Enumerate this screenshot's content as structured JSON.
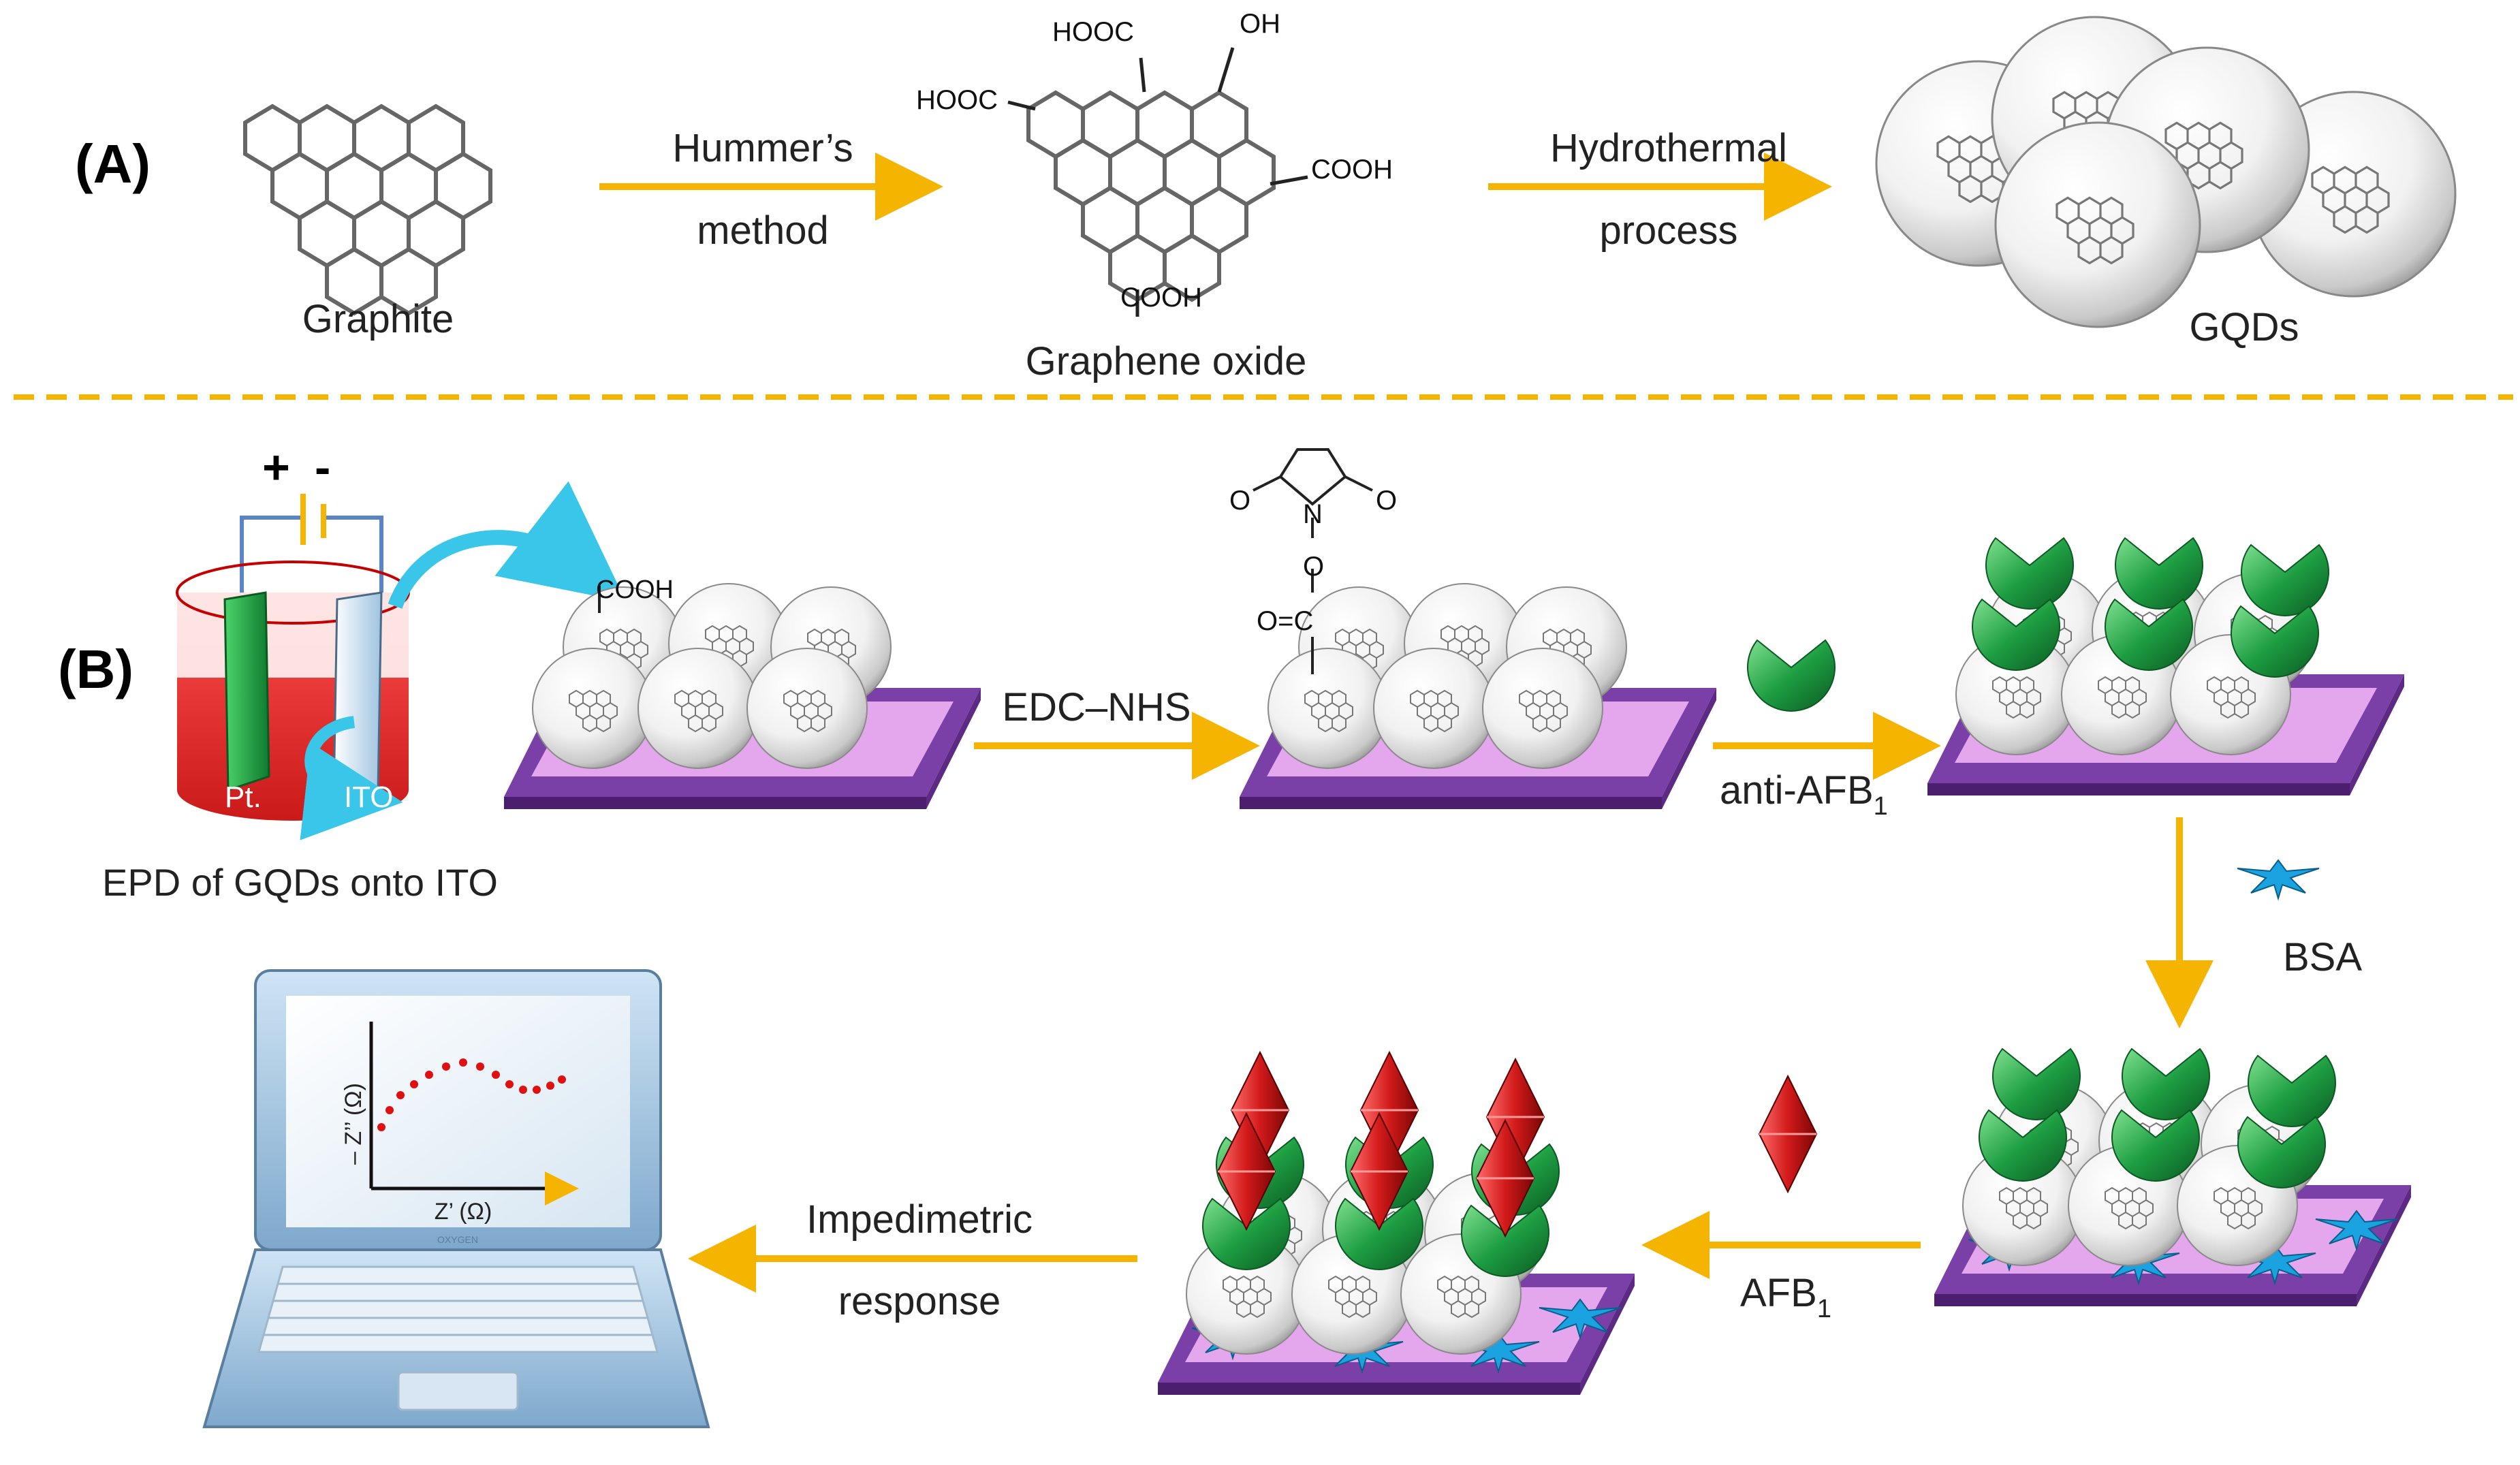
{
  "section_a": {
    "label": "(A)",
    "graphite": "Graphite",
    "step1": [
      "Hummer’s",
      "method"
    ],
    "graphene_oxide": "Graphene oxide",
    "go_groups": {
      "hooc_top": "HOOC",
      "oh": "OH",
      "hooc_left": "HOOC",
      "cooh_right": "COOH",
      "cooh_bottom": "COOH"
    },
    "step2": [
      "Hydrothermal",
      "process"
    ],
    "gqds": "GQDs"
  },
  "section_b": {
    "label": "(B)",
    "cell": {
      "plus": "+",
      "minus": "-",
      "pt": "Pt.",
      "ito": "ITO",
      "caption": "EPD of GQDs onto ITO"
    },
    "cooh": "COOH",
    "edc_nhs": "EDC–NHS",
    "nhs": {
      "o_left": "O",
      "o_right": "O",
      "n": "N",
      "o_link": "O",
      "oc": "O=C"
    },
    "anti_afb1": {
      "text": "anti-AFB",
      "sub": "1"
    },
    "bsa": "BSA",
    "afb1": {
      "text": "AFB",
      "sub": "1"
    },
    "impedimetric": [
      "Impedimetric",
      "response"
    ],
    "laptop": {
      "ylabel": "– Z’’ (Ω)",
      "xlabel": "Z’ (Ω)",
      "brand": "OXYGEN"
    }
  },
  "colors": {
    "arrow": "#f5b400",
    "dash": "#f5b400",
    "substrate": "#7b3fa8",
    "antibody": "#1e9e43",
    "toxin": "#d21a1a",
    "bsa": "#1aa3e0",
    "electrolyte": "#ee1c1c",
    "nyquist": "#e01010"
  }
}
